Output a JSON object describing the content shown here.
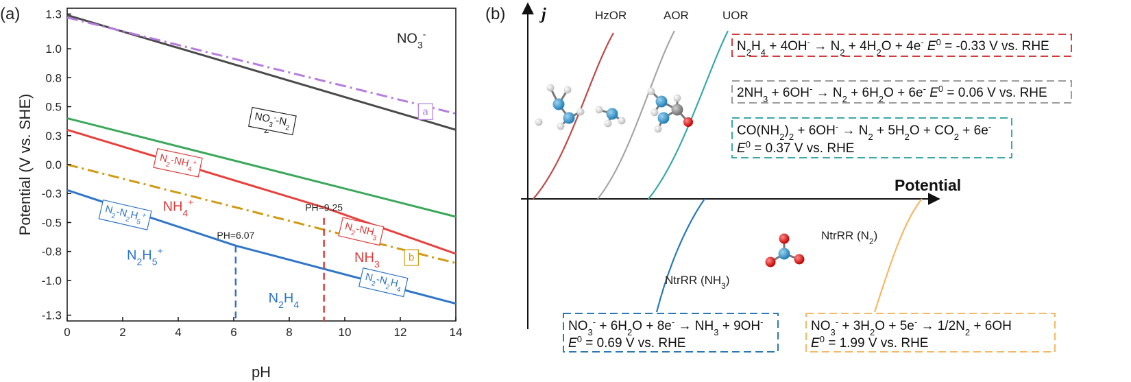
{
  "chart_data": [
    {
      "type": "line",
      "panel_label": "(a)",
      "xlabel": "pH",
      "ylabel": "Potential (V vs. SHE)",
      "xlim": [
        0,
        14
      ],
      "ylim": [
        -1.35,
        1.35
      ],
      "xticks": [
        0,
        2,
        4,
        6,
        8,
        10,
        12,
        14
      ],
      "xtick_labels": [
        "0",
        "2",
        "4",
        "6",
        "8",
        "10",
        "12",
        "14"
      ],
      "yticks": [
        1.3,
        1.0,
        0.75,
        0.5,
        0.25,
        0.0,
        -0.25,
        -0.5,
        -0.75,
        -1.0,
        -1.3
      ],
      "ytick_labels": [
        "1.3",
        "1.0",
        "0.8",
        "0.5",
        "0.3",
        "0.0",
        "-0.3",
        "-0.5",
        "-0.8",
        "-1.0",
        "-1.3"
      ],
      "series": [
        {
          "id": "no3-n2",
          "color": "#4a4a4a",
          "style": "solid",
          "x": [
            0,
            14
          ],
          "y": [
            1.29,
            0.3
          ]
        },
        {
          "id": "line-a",
          "color": "#b57ce0",
          "style": "dashdot",
          "x": [
            0,
            14
          ],
          "y": [
            1.27,
            0.44
          ]
        },
        {
          "id": "green",
          "color": "#3aa75a",
          "style": "solid",
          "x": [
            0,
            14
          ],
          "y": [
            0.4,
            -0.45
          ]
        },
        {
          "id": "n2-nh4",
          "color": "#e8403c",
          "style": "solid",
          "x": [
            0,
            9.25,
            14
          ],
          "y": [
            0.3,
            -0.37,
            -0.77
          ]
        },
        {
          "id": "line-b",
          "color": "#d19a10",
          "style": "dashdot",
          "x": [
            0,
            14
          ],
          "y": [
            0.0,
            -0.85
          ]
        },
        {
          "id": "n2-n2h5",
          "color": "#2f76c8",
          "style": "solid",
          "x": [
            0,
            6.07,
            14
          ],
          "y": [
            -0.22,
            -0.7,
            -1.2
          ]
        }
      ],
      "vlines": [
        {
          "x": 6.07,
          "y_top": -0.7,
          "color": "#3a6fc0",
          "label": "PH=6.07"
        },
        {
          "x": 9.25,
          "y_top": -0.46,
          "color": "#e03c3c",
          "label": "PH=9.25"
        }
      ],
      "region_labels": [
        {
          "text": "NO",
          "sub": "3",
          "sup": "-",
          "color": "#222",
          "x": 12.4,
          "y": 1.05
        },
        {
          "text": "N",
          "sub": "2",
          "color": "#222",
          "x": 7.0,
          "y": 0.32
        },
        {
          "text": "NH",
          "sub": "4",
          "sup": "+",
          "color": "#e03c3c",
          "x": 4.0,
          "y": -0.4
        },
        {
          "text": "NH",
          "sub": "3",
          "color": "#e03c3c",
          "x": 10.8,
          "y": -0.84
        },
        {
          "text": "N",
          "sub": "2",
          "tail": "H",
          "sub2": "5",
          "sup": "+",
          "color": "#2f76c8",
          "x": 2.8,
          "y": -0.82
        },
        {
          "text": "N",
          "sub": "2",
          "tail": "H",
          "sub2": "4",
          "color": "#2f76c8",
          "x": 7.8,
          "y": -1.19
        }
      ],
      "line_labels": [
        {
          "id": "lbl-no3",
          "parts": [
            "NO",
            "3",
            "-",
            "-N",
            "2"
          ],
          "color": "#222",
          "x": 7.4,
          "y": 0.39,
          "angle": 11
        },
        {
          "id": "lbl-a",
          "parts": [
            "a"
          ],
          "color": "#b57ce0",
          "x": 12.9,
          "y": 0.46,
          "angle": 0
        },
        {
          "id": "lbl-nh4",
          "parts": [
            "N",
            "2",
            "-NH",
            "4",
            "+"
          ],
          "color": "#e03c3c",
          "x": 4.0,
          "y": 0.03,
          "angle": 12
        },
        {
          "id": "lbl-n2h5",
          "parts": [
            "N",
            "2",
            "-N",
            "2",
            "H",
            "5",
            "+"
          ],
          "color": "#2f76c8",
          "x": 2.1,
          "y": -0.42,
          "angle": 13
        },
        {
          "id": "lbl-nh3",
          "parts": [
            "N",
            "2",
            "-NH",
            "3"
          ],
          "color": "#e03c3c",
          "x": 10.6,
          "y": -0.56,
          "angle": 13
        },
        {
          "id": "lbl-b",
          "parts": [
            "b"
          ],
          "color": "#d19a10",
          "x": 12.4,
          "y": -0.8,
          "angle": 0
        },
        {
          "id": "lbl-n2h4",
          "parts": [
            "N",
            "2",
            "-N",
            "2",
            "H",
            "4"
          ],
          "color": "#2f76c8",
          "x": 11.4,
          "y": -1.0,
          "angle": 13
        }
      ]
    },
    {
      "type": "line",
      "panel_label": "(b)",
      "ylabel": "j",
      "xlabel": "Potential",
      "curves": [
        {
          "name": "HzOR",
          "color": "#c04848"
        },
        {
          "name": "AOR",
          "color": "#a5a5a5"
        },
        {
          "name": "UOR",
          "color": "#3aa8a8"
        },
        {
          "name": "NtrRR (NH",
          "name_sub": "3",
          "name_tail": ")",
          "color": "#2a78b6"
        },
        {
          "name": "NtrRR (N",
          "name_sub": "2",
          "name_tail": ")",
          "color": "#f5b866"
        }
      ],
      "equations": [
        {
          "id": "eq-hzor",
          "color": "#d43c3c",
          "line1": [
            [
              "N",
              ""
            ],
            [
              "2",
              "sub"
            ],
            [
              "H",
              ""
            ],
            [
              "4",
              "sub"
            ],
            [
              " + 4OH",
              ""
            ],
            [
              "-",
              "sup"
            ],
            [
              " → N",
              ""
            ],
            [
              "2",
              "sub"
            ],
            [
              " + 4H",
              ""
            ],
            [
              "2",
              "sub"
            ],
            [
              "O + 4e",
              ""
            ],
            [
              "-",
              "sup"
            ],
            [
              "  ",
              ""
            ],
            [
              "E",
              "ital"
            ],
            [
              "0",
              "sup"
            ],
            [
              " = -0.33 V vs. RHE",
              ""
            ]
          ],
          "line2": []
        },
        {
          "id": "eq-aor",
          "color": "#9c9c9c",
          "line1": [
            [
              "2NH",
              ""
            ],
            [
              "3",
              "sub"
            ],
            [
              " + 6OH",
              ""
            ],
            [
              "-",
              "sup"
            ],
            [
              " → N",
              ""
            ],
            [
              "2",
              "sub"
            ],
            [
              " + 6H",
              ""
            ],
            [
              "2",
              "sub"
            ],
            [
              "O + 6e",
              ""
            ],
            [
              "-",
              "sup"
            ],
            [
              "  ",
              ""
            ],
            [
              "E",
              "ital"
            ],
            [
              "0",
              "sup"
            ],
            [
              " = 0.06 V vs. RHE",
              ""
            ]
          ],
          "line2": []
        },
        {
          "id": "eq-uor",
          "color": "#3aa8a8",
          "line1": [
            [
              "CO(NH",
              ""
            ],
            [
              "2",
              "sub"
            ],
            [
              ")",
              ""
            ],
            [
              "2",
              "sub"
            ],
            [
              " + 6OH",
              ""
            ],
            [
              "-",
              "sup"
            ],
            [
              " → N",
              ""
            ],
            [
              "2",
              "sub"
            ],
            [
              " + 5H",
              ""
            ],
            [
              "2",
              "sub"
            ],
            [
              "O + CO",
              ""
            ],
            [
              "2",
              "sub"
            ],
            [
              " + 6e",
              ""
            ],
            [
              "-",
              "sup"
            ]
          ],
          "line2": [
            [
              "E",
              "ital"
            ],
            [
              "0",
              "sup"
            ],
            [
              " = 0.37 V vs. RHE",
              ""
            ]
          ]
        },
        {
          "id": "eq-ntrrr-nh3",
          "color": "#2a78b6",
          "line1": [
            [
              "NO",
              ""
            ],
            [
              "3",
              "sub"
            ],
            [
              "-",
              "sup"
            ],
            [
              " + 6H",
              ""
            ],
            [
              "2",
              "sub"
            ],
            [
              "O + 8e",
              ""
            ],
            [
              "-",
              "sup"
            ],
            [
              " → NH",
              ""
            ],
            [
              "3",
              "sub"
            ],
            [
              " + 9OH",
              ""
            ],
            [
              "-",
              "sup"
            ]
          ],
          "line2": [
            [
              "E",
              "ital"
            ],
            [
              "0",
              "sup"
            ],
            [
              " = 0.69 V vs. RHE",
              ""
            ]
          ]
        },
        {
          "id": "eq-ntrrr-n2",
          "color": "#f5b866",
          "line1": [
            [
              "NO",
              ""
            ],
            [
              "3",
              "sub"
            ],
            [
              "-",
              "sup"
            ],
            [
              " + 3H",
              ""
            ],
            [
              "2",
              "sub"
            ],
            [
              "O + 5e",
              ""
            ],
            [
              "-",
              "sup"
            ],
            [
              " → 1/2N",
              ""
            ],
            [
              "2",
              "sub"
            ],
            [
              " + 6OH",
              ""
            ]
          ],
          "line2": [
            [
              "E",
              "ital"
            ],
            [
              "0",
              "sup"
            ],
            [
              " = 1.99 V vs. RHE",
              ""
            ]
          ]
        }
      ]
    }
  ]
}
